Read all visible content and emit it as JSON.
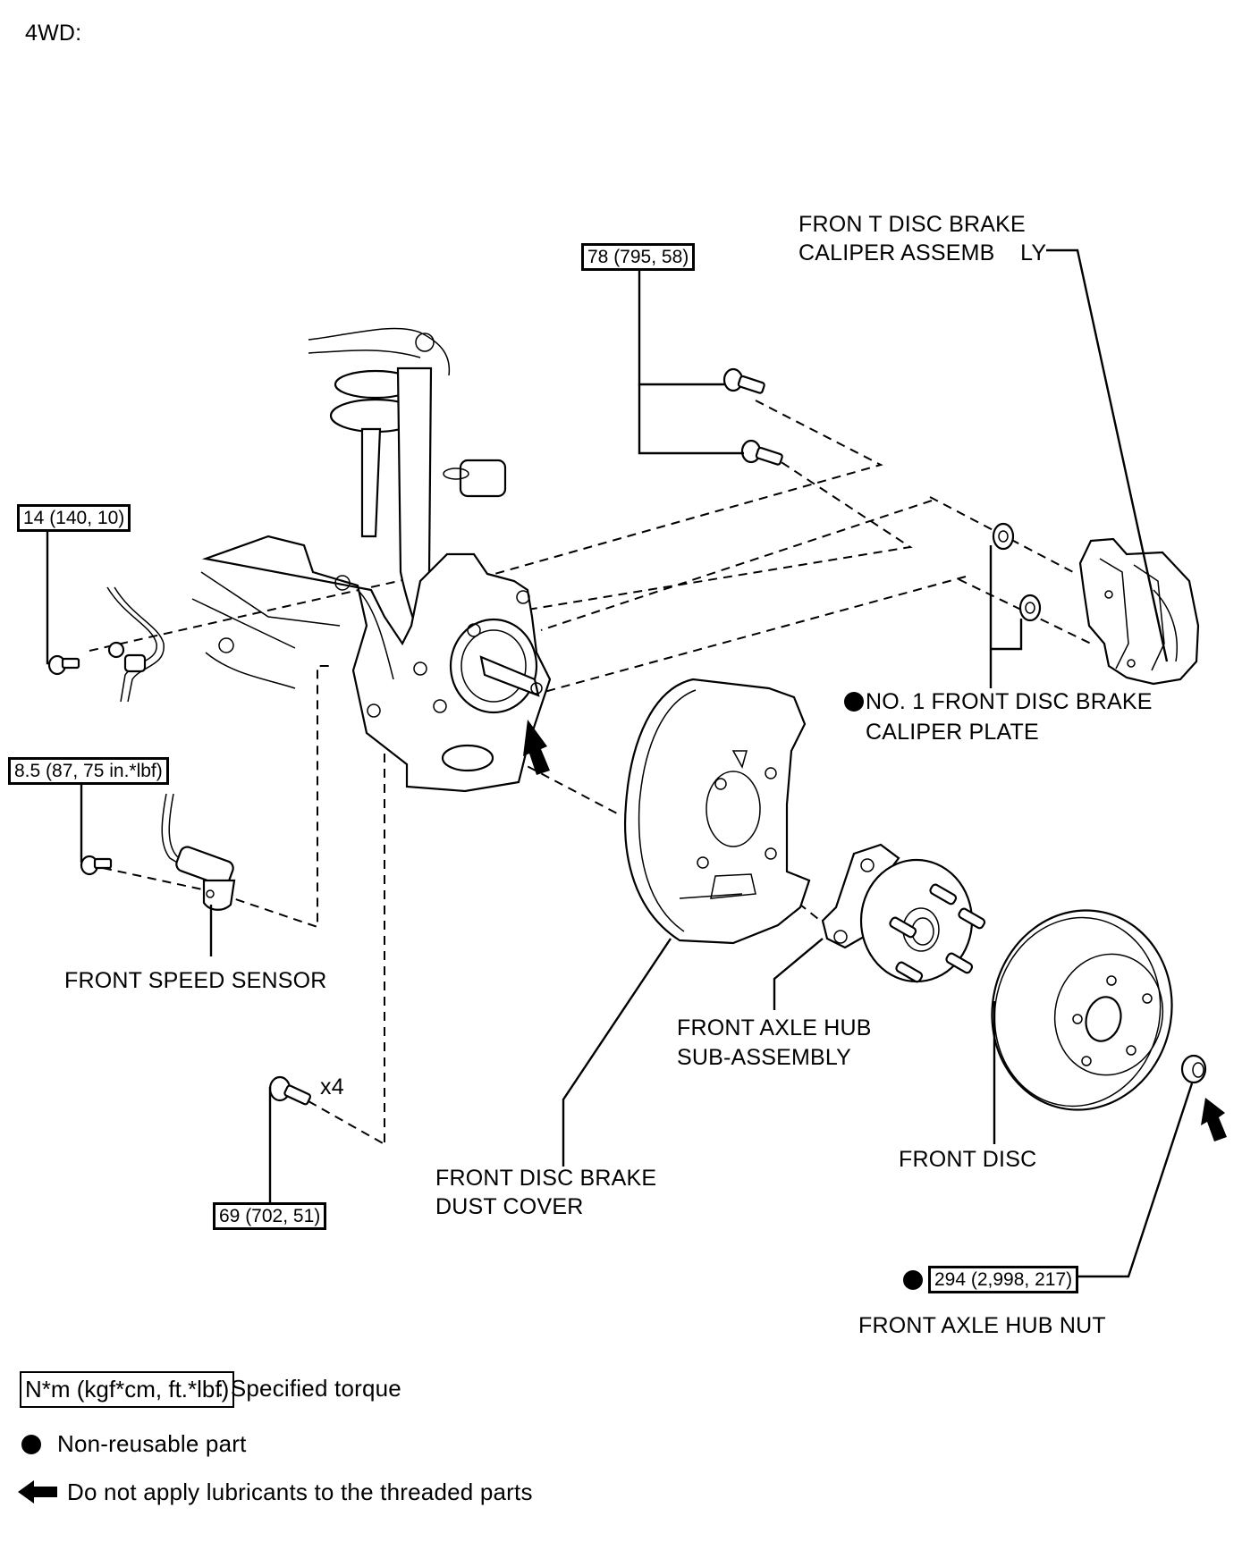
{
  "heading": "4WD:",
  "torque_specs": {
    "caliper_bolt": "78 (795, 58)",
    "sensor_clamp_bolt": "14 (140, 10)",
    "speed_sensor_bolt": "8.5 (87, 75 in.*lbf)",
    "dust_cover_bolt": "69 (702, 51)",
    "axle_hub_nut": "294 (2,998, 217)"
  },
  "quantity_marks": {
    "dust_cover_bolt_qty": "x4"
  },
  "part_labels": {
    "caliper_assembly": [
      "FRON T DISC BRAKE",
      "CALIPER ASSEMB    LY"
    ],
    "caliper_plate": [
      "NO. 1 FRONT DISC BRAKE",
      "CALIPER PLATE"
    ],
    "speed_sensor": "FRONT SPEED SENSOR",
    "axle_hub": [
      "FRONT AXLE HUB",
      "SUB-ASSEMBLY"
    ],
    "dust_cover": [
      "FRONT DISC BRAKE",
      "DUST COVER"
    ],
    "front_disc": "FRONT DISC",
    "axle_hub_nut": "FRONT AXLE HUB NUT"
  },
  "legend": {
    "torque_unit": "N*m (kgf*cm, ft.*lbf)",
    "torque_desc": ": Specified torque",
    "non_reusable": "Non-reusable part",
    "no_lubricant": "Do not apply lubricants to the threaded parts"
  },
  "colors": {
    "ink": "#000000",
    "paper": "#ffffff"
  }
}
